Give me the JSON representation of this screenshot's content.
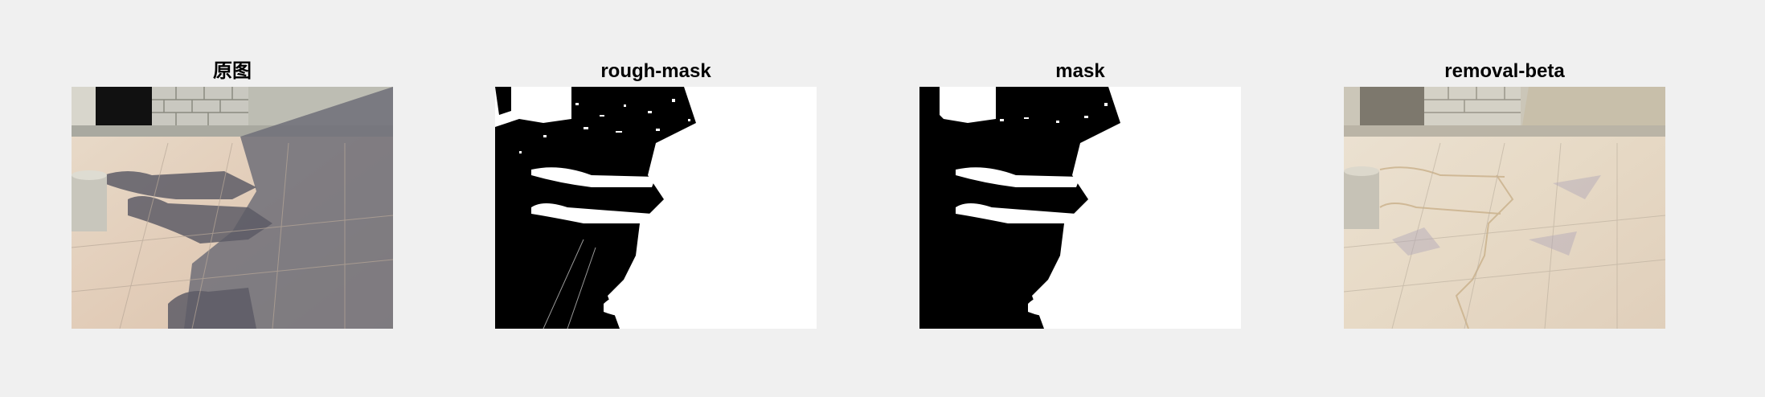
{
  "panels": [
    {
      "title": "原图"
    },
    {
      "title": "rough-mask"
    },
    {
      "title": "mask"
    },
    {
      "title": "removal-beta"
    }
  ]
}
